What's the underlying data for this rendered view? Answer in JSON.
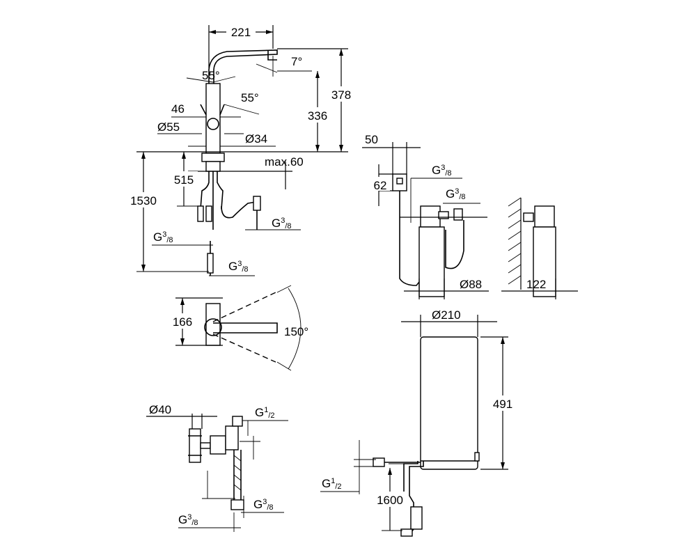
{
  "faucet": {
    "d221": "221",
    "a7": "7°",
    "a55_top": "55°",
    "a55_side": "55°",
    "d46": "46",
    "d55": "Ø55",
    "d34": "Ø34",
    "d378": "378",
    "d336": "336",
    "max60": "max.60",
    "d515": "515",
    "d1530": "1530",
    "g38_left_base": "G",
    "g38_left_sup": "3",
    "g38_left_sub": "/8",
    "g38_right_base": "G",
    "g38_right_sup": "3",
    "g38_right_sub": "/8",
    "g38_bottom_base": "G",
    "g38_bottom_sup": "3",
    "g38_bottom_sub": "/8"
  },
  "swivel": {
    "d166": "166",
    "a150": "150°"
  },
  "valve": {
    "d40": "Ø40",
    "g12_base": "G",
    "g12_sup": "1",
    "g12_sub": "/2",
    "g38_right_base": "G",
    "g38_right_sup": "3",
    "g38_right_sub": "/8",
    "g38_left_base": "G",
    "g38_left_sup": "3",
    "g38_left_sub": "/8"
  },
  "filter": {
    "d50": "50",
    "d62": "62",
    "g38_top_base": "G",
    "g38_top_sup": "3",
    "g38_top_sub": "/8",
    "g38_mid_base": "G",
    "g38_mid_sup": "3",
    "g38_mid_sub": "/8",
    "d88": "Ø88",
    "d122": "122"
  },
  "boiler": {
    "d210": "Ø210",
    "d491": "491",
    "g12_base": "G",
    "g12_sup": "1",
    "g12_sub": "/2",
    "d1600": "1600"
  }
}
